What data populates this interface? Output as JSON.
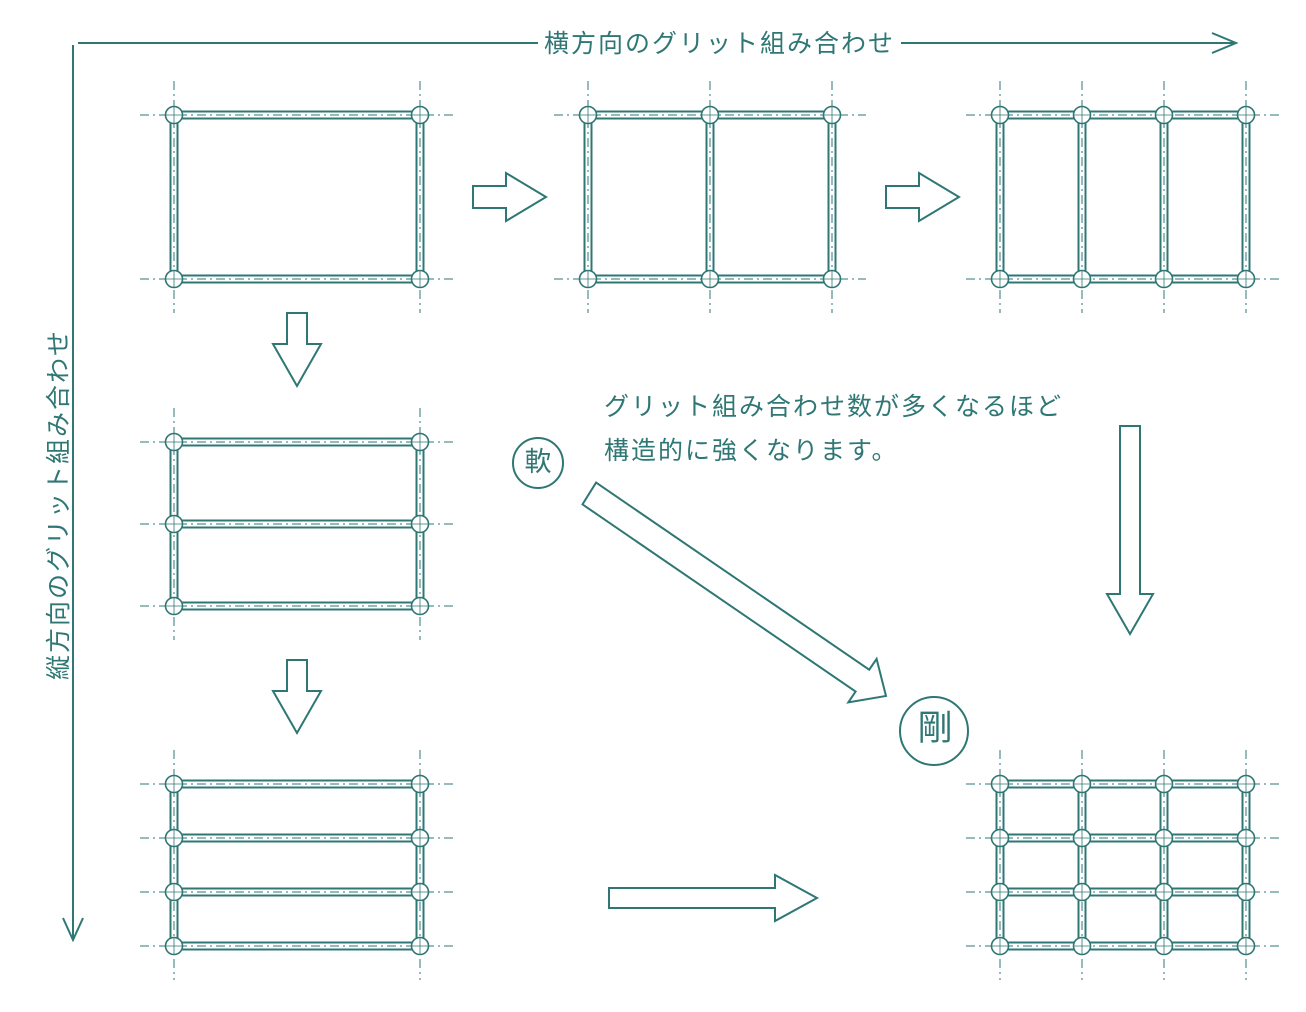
{
  "labels": {
    "horizontal_axis": "横方向のグリット組み合わせ",
    "vertical_axis": "縦方向のグリット組み合わせ",
    "note_line1": "グリット組み合わせ数が多くなるほど",
    "note_line2": "構造的に強くなります。",
    "soft": "軟",
    "rigid": "剛"
  },
  "colors": {
    "stroke": "#2e7775",
    "background": "#ffffff"
  },
  "grids": [
    {
      "name": "grid-1x1",
      "columns": 1,
      "rows": 1
    },
    {
      "name": "grid-2x1",
      "columns": 2,
      "rows": 1
    },
    {
      "name": "grid-3x1",
      "columns": 3,
      "rows": 1
    },
    {
      "name": "grid-1x2",
      "columns": 1,
      "rows": 2
    },
    {
      "name": "grid-1x3",
      "columns": 1,
      "rows": 3
    },
    {
      "name": "grid-3x3",
      "columns": 3,
      "rows": 3
    }
  ]
}
